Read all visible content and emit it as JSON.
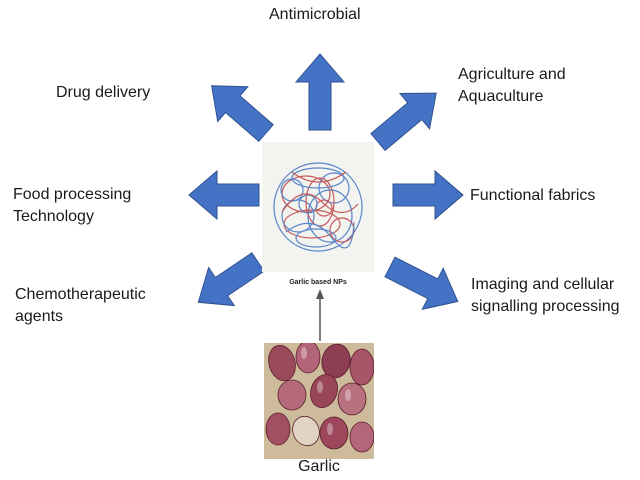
{
  "applications": {
    "antimicrobial": "Antimicrobial",
    "drug_delivery": "Drug delivery",
    "agriculture": [
      "Agriculture and",
      "Aquaculture"
    ],
    "food_processing": [
      "Food processing",
      "Technology"
    ],
    "functional_fabrics": "Functional fabrics",
    "chemotherapeutic": [
      "Chemotherapeutic",
      "agents"
    ],
    "imaging": [
      "Imaging and cellular",
      "signalling processing"
    ]
  },
  "center": {
    "caption": "Garlic based NPs"
  },
  "source": {
    "caption": "Garlic"
  },
  "colors": {
    "arrow": "#4472c4",
    "arrow_stroke": "#2f528f"
  }
}
